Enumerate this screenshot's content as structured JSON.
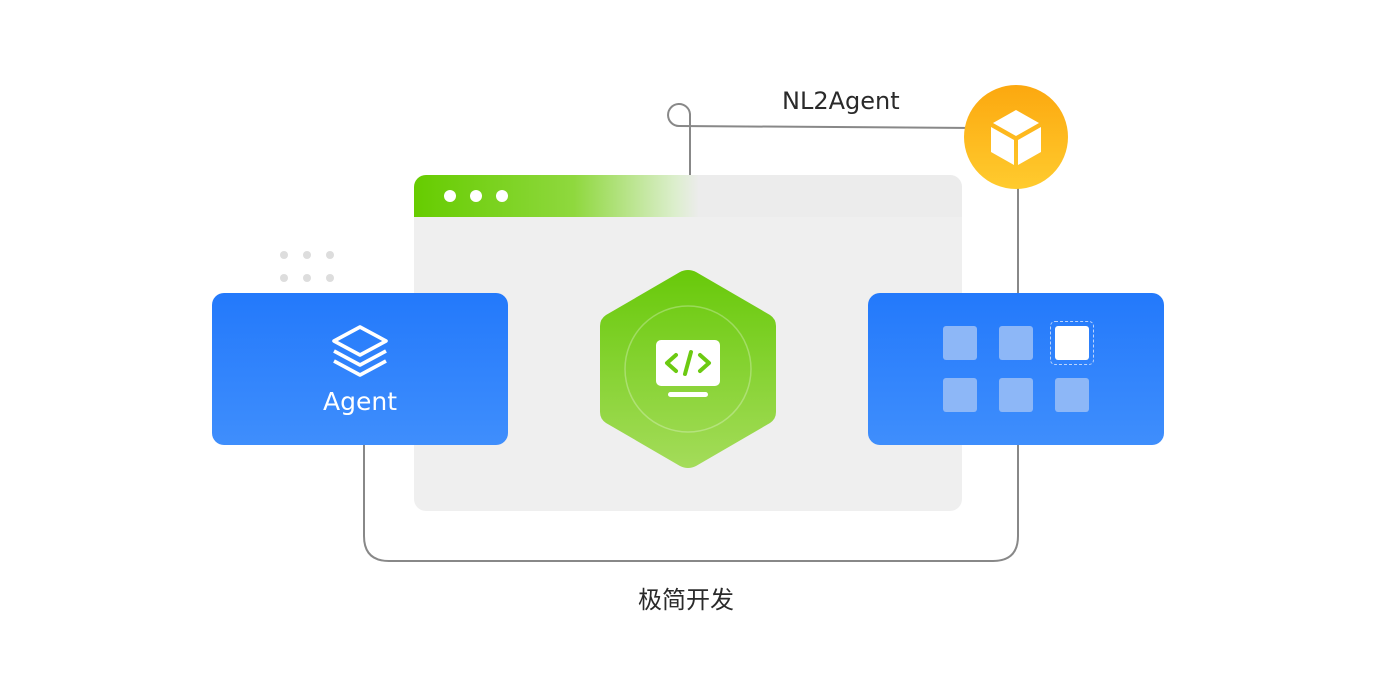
{
  "labels": {
    "top_connector": "NL2Agent",
    "bottom_connector": "极简开发"
  },
  "agent_card": {
    "label": "Agent",
    "icon": "layers-icon"
  },
  "center": {
    "icon": "code-monitor-icon"
  },
  "badge": {
    "icon": "cube-icon"
  },
  "grid_card": {
    "icon": "app-grid-icon",
    "tiles": 6,
    "active_tile": 3
  },
  "colors": {
    "blue_top": "#2379fb",
    "blue_bottom": "#3f8efc",
    "green": "#66cc00",
    "green_light": "#a6dc5c",
    "orange": "#fca80f",
    "orange_light": "#ffcb2e",
    "browser_bg": "#efefef",
    "line": "#888888"
  }
}
